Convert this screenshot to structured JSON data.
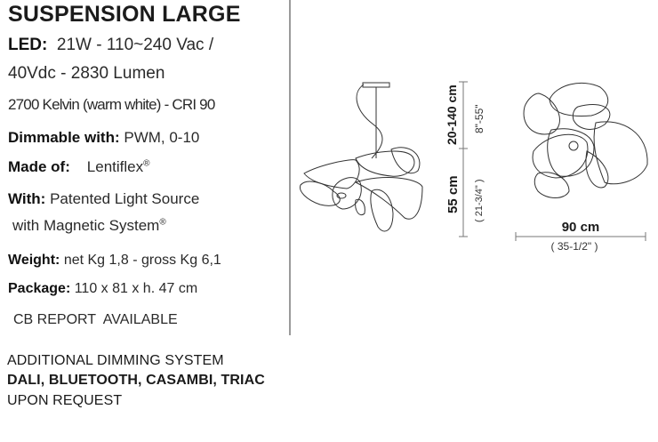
{
  "product": {
    "title": "SUSPENSION LARGE"
  },
  "specs": {
    "led": {
      "label": "LED:",
      "line1": "21W - 110~240 Vac /",
      "line2": "40Vdc - 2830 Lumen"
    },
    "color_temp": "2700 Kelvin (warm white) - CRI 90",
    "dimmable": {
      "label": "Dimmable with:",
      "value": "PWM, 0-10"
    },
    "made_of": {
      "label": "Made of:",
      "value": "Lentiflex",
      "mark": "®"
    },
    "with": {
      "label": "With:",
      "line1": "Patented Light Source",
      "line2": "with Magnetic System",
      "mark": "®"
    },
    "weight": {
      "label": "Weight:",
      "value": "net Kg 1,8 - gross Kg 6,1"
    },
    "package": {
      "label": "Package:",
      "value": "110 x 81 x h. 47 cm"
    },
    "cb_report": "CB REPORT  AVAILABLE"
  },
  "footer": {
    "line1": "ADDITIONAL DIMMING SYSTEM",
    "line2": "DALI, BLUETOOTH, CASAMBI, TRIAC",
    "line3": "UPON REQUEST"
  },
  "dimensions": {
    "cable_height_cm": "20-140 cm",
    "cable_height_in": "8\"-55\"",
    "body_height_cm": "55 cm",
    "body_height_in": "( 21-3/4\" )",
    "diameter_cm": "90 cm",
    "diameter_in": "( 35-1/2\" )"
  },
  "colors": {
    "text": "#1a1a1a",
    "divider": "#9a9a9a",
    "dimension_line": "#777777"
  }
}
